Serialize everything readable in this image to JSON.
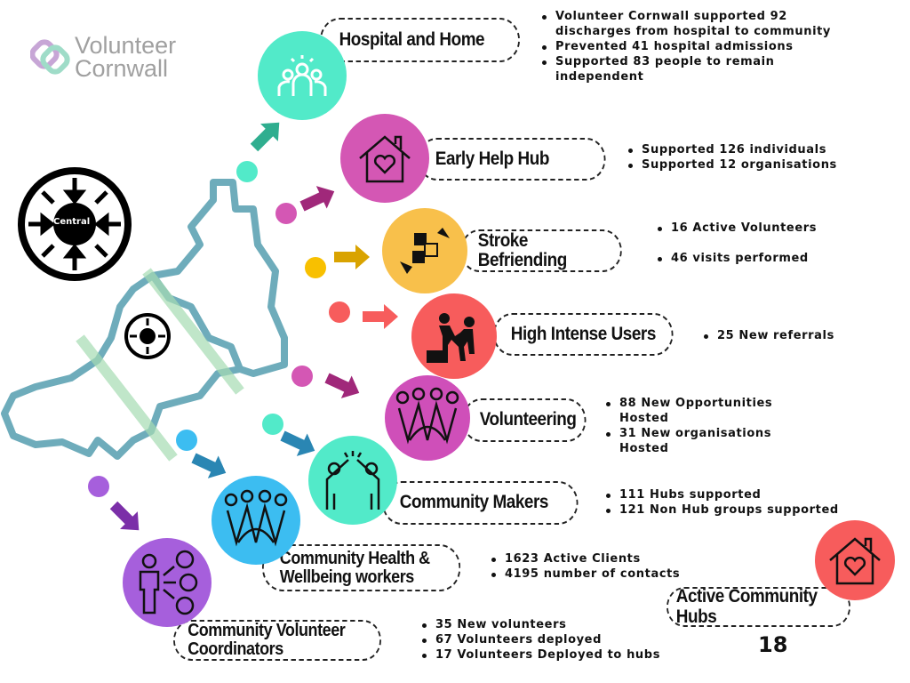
{
  "logo": {
    "line1": "Volunteer",
    "line2": "Cornwall"
  },
  "central_label": "Central",
  "services": [
    {
      "name": "Hospital and Home",
      "color": "#52eac9",
      "icon": "people-group-icon",
      "stats": [
        "Volunteer Cornwall supported  92 discharges from hospital to community",
        "Prevented 41 hospital admissions",
        "Supported 83 people to remain independent"
      ]
    },
    {
      "name": "Early Help Hub",
      "color": "#d457b4",
      "icon": "house-heart-icon",
      "stats": [
        "Supported 126 individuals",
        "Supported 12 organisations"
      ]
    },
    {
      "name": "Stroke Befriending",
      "color": "#f8c04b",
      "icon": "puzzle-hands-icon",
      "stats": [
        "16 Active Volunteers",
        "46 visits performed"
      ]
    },
    {
      "name": "High Intense Users",
      "color": "#f75c5c",
      "icon": "helping-climb-icon",
      "stats": [
        "25 New referrals"
      ]
    },
    {
      "name": "Volunteering",
      "color": "#cf4fb9",
      "icon": "group-celebrate-icon",
      "stats": [
        "88 New Opportunities Hosted",
        "31 New organisations Hosted"
      ]
    },
    {
      "name": "Community Makers",
      "color": "#52eac9",
      "icon": "high-five-icon",
      "stats": [
        "111 Hubs supported",
        "121 Non Hub groups supported"
      ]
    },
    {
      "name": "Community Health & Wellbeing workers",
      "color": "#3cbdf1",
      "icon": "group-celebrate-icon",
      "stats": [
        "1623 Active Clients",
        "4195 number of contacts"
      ]
    },
    {
      "name": "Community Volunteer Coordinators",
      "color": "#a65fdc",
      "icon": "person-services-icon",
      "stats": [
        "35 New volunteers",
        "67 Volunteers deployed",
        "17 Volunteers Deployed to hubs"
      ]
    }
  ],
  "hubs": {
    "name": "Active Community Hubs",
    "color": "#f75c5c",
    "value": "18"
  }
}
